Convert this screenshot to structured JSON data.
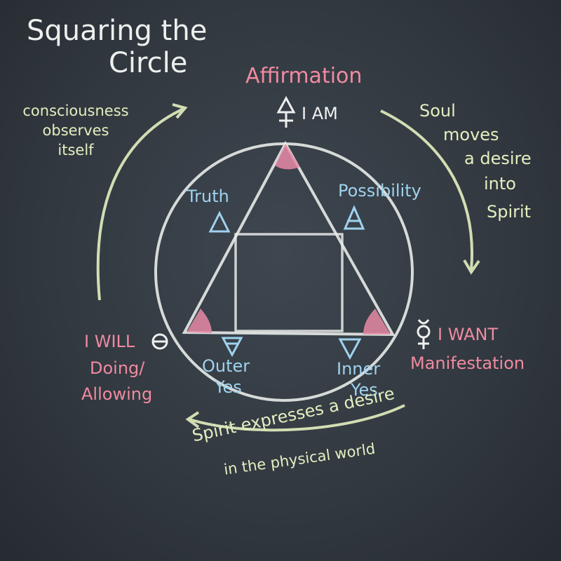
{
  "title_line1": "Squaring the",
  "title_line2": "Circle",
  "top": {
    "label": "Affirmation",
    "statement": "I AM"
  },
  "left": {
    "statement": "I WILL",
    "label_line1": "Doing/",
    "label_line2": "Allowing"
  },
  "right": {
    "statement": "I WANT",
    "label": "Manifestation"
  },
  "inner": {
    "truth": "Truth",
    "possibility": "Possibility",
    "outer_yes_line1": "Outer",
    "outer_yes_line2": "Yes",
    "inner_yes_line1": "Inner",
    "inner_yes_line2": "Yes"
  },
  "arrows": {
    "left_line1": "consciousness",
    "left_line2": "observes",
    "left_line3": "itself",
    "right_line1": "Soul",
    "right_line2": "moves",
    "right_line3": "a desire",
    "right_line4": "into",
    "right_line5": "Spirit",
    "bottom_line1": "Spirit expresses a desire",
    "bottom_line2": "in the physical world"
  },
  "colors": {
    "chalk_white": "#eef0ee",
    "chalk_pink": "#f08aa0",
    "chalk_blue": "#9fd2ee",
    "chalk_green": "#e3efc0",
    "board": "#353c43"
  }
}
